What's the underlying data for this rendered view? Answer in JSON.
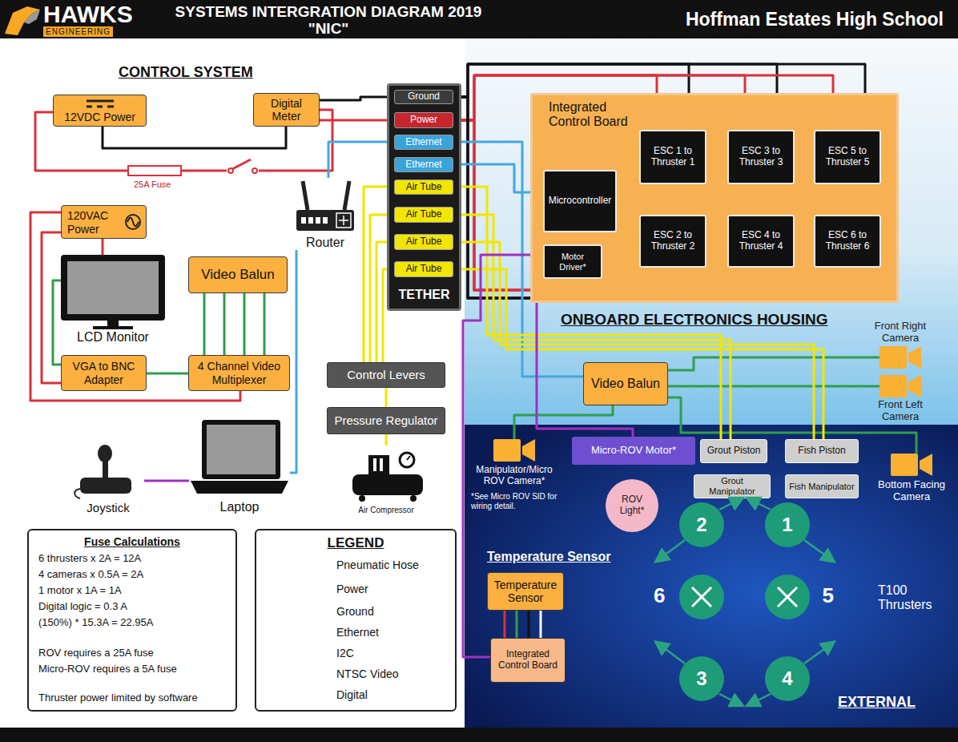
{
  "diagram": {
    "title": "SYSTEMS INTERGRATION DIAGRAM 2019 \"NIC\"",
    "nodes": [
      {
        "text": [
          "12VDC Power"
        ]
      },
      {
        "text": [
          "Digital Meter"
        ]
      },
      {
        "text": [
          "120VAC Power"
        ]
      },
      {
        "text": [
          "LCD Monitor"
        ]
      },
      {
        "text": [
          "Video Balun"
        ]
      },
      {
        "text": [
          "VGA to BNC Adapter"
        ]
      },
      {
        "text": [
          "4 Channel Video Multiplexer"
        ]
      },
      {
        "text": [
          "Router"
        ]
      },
      {
        "text": [
          "TETHER"
        ]
      },
      {
        "text": [
          "Ground"
        ],
        "in": 8
      },
      {
        "text": [
          "Power"
        ],
        "in": 8
      },
      {
        "text": [
          "Ethernet"
        ],
        "in": 8
      },
      {
        "text": [
          "Ethernet"
        ],
        "in": 8
      },
      {
        "text": [
          "Air Tube"
        ],
        "in": 8
      },
      {
        "text": [
          "Air Tube"
        ],
        "in": 8
      },
      {
        "text": [
          "Air Tube"
        ],
        "in": 8
      },
      {
        "text": [
          "Air Tube"
        ],
        "in": 8
      },
      {
        "text": [
          "Control Levers"
        ]
      },
      {
        "text": [
          "Pressure Regulator"
        ]
      },
      {
        "text": [
          "Joystick"
        ]
      },
      {
        "text": [
          "Laptop"
        ]
      },
      {
        "text": [
          "Air Compressor"
        ]
      },
      {
        "text": [
          "Integrated Control Board"
        ]
      },
      {
        "text": [
          "Microcontroller"
        ],
        "in": 22
      },
      {
        "text": [
          "Motor Driver*"
        ],
        "in": 22
      },
      {
        "text": [
          "ESC 1 to Thruster 1"
        ],
        "in": 22
      },
      {
        "text": [
          "ESC 3 to Thruster 3"
        ],
        "in": 22
      },
      {
        "text": [
          "ESC 5 to Thruster 5"
        ],
        "in": 22
      },
      {
        "text": [
          "ESC 2 to Thruster 2"
        ],
        "in": 22
      },
      {
        "text": [
          "ESC 4 to Thruster 4"
        ],
        "in": 22
      },
      {
        "text": [
          "ESC 6 to Thruster 6"
        ],
        "in": 22
      },
      {
        "text": [
          "Front Right Camera"
        ]
      },
      {
        "text": [
          "Front Left Camera"
        ]
      },
      {
        "text": [
          "Video Balun"
        ]
      },
      {
        "text": [
          "Manipulator/Micro ROV Camera*"
        ]
      },
      {
        "text": [
          "Micro-ROV Motor*"
        ]
      },
      {
        "text": [
          "Grout Piston"
        ]
      },
      {
        "text": [
          "Fish Piston"
        ]
      },
      {
        "text": [
          "Grout Manipulator"
        ]
      },
      {
        "text": [
          "Fish Manipulator"
        ]
      },
      {
        "text": [
          "Bottom Facing Camera"
        ]
      },
      {
        "text": [
          "ROV Light*"
        ]
      },
      {
        "text": [
          "Temperature Sensor"
        ]
      },
      {
        "text": [
          "Integrated Control Board"
        ]
      },
      {
        "text": [
          "2"
        ]
      },
      {
        "text": [
          "1"
        ]
      },
      {
        "text": [
          "6"
        ]
      },
      {
        "text": [
          "5"
        ]
      },
      {
        "text": [
          "3"
        ]
      },
      {
        "text": [
          "4"
        ]
      },
      {
        "text": [
          "Fuse Calculations",
          "6 thrusters x 2A = 12A",
          "4 cameras x 0.5A = 2A",
          "1 motor x 1A = 1A",
          "Digital logic = 0.3 A",
          "(150%) * 15.3A = 22.95A",
          "ROV requires a 25A fuse",
          "Micro-ROV requires a 5A fuse",
          "Thruster power limited by software"
        ]
      },
      {
        "text": [
          "LEGEND"
        ]
      }
    ],
    "edges": [
      {
        "from": 0,
        "to": 1,
        "arrow": "none"
      },
      {
        "from": 0,
        "to": 1,
        "arrow": "none"
      },
      {
        "from": 1,
        "to": 9,
        "arrow": "none"
      },
      {
        "from": 1,
        "to": 10,
        "arrow": "none"
      },
      {
        "from": 2,
        "to": 3,
        "arrow": "none"
      },
      {
        "from": 2,
        "to": 6,
        "arrow": "none"
      },
      {
        "from": 2,
        "to": 5,
        "arrow": "none"
      },
      {
        "from": 3,
        "to": 5,
        "arrow": "none"
      },
      {
        "from": 5,
        "to": 6,
        "arrow": "none"
      },
      {
        "from": 4,
        "to": 6,
        "arrow": "none"
      },
      {
        "from": 4,
        "to": 6,
        "arrow": "none"
      },
      {
        "from": 4,
        "to": 6,
        "arrow": "none"
      },
      {
        "from": 4,
        "to": 6,
        "arrow": "none"
      },
      {
        "from": 7,
        "to": 11,
        "arrow": "none"
      },
      {
        "from": 7,
        "to": 20,
        "arrow": "none"
      },
      {
        "from": 19,
        "to": 20,
        "arrow": "none"
      },
      {
        "from": 13,
        "to": 17,
        "arrow": "none"
      },
      {
        "from": 14,
        "to": 17,
        "arrow": "none"
      },
      {
        "from": 15,
        "to": 17,
        "arrow": "none"
      },
      {
        "from": 16,
        "to": 17,
        "arrow": "none"
      },
      {
        "from": 17,
        "to": 18,
        "arrow": "none"
      },
      {
        "from": 18,
        "to": 21,
        "arrow": "none"
      },
      {
        "from": 9,
        "to": 25,
        "arrow": "none"
      },
      {
        "from": 9,
        "to": 26,
        "arrow": "none"
      },
      {
        "from": 9,
        "to": 27,
        "arrow": "none"
      },
      {
        "from": 10,
        "to": 25,
        "arrow": "none"
      },
      {
        "from": 10,
        "to": 26,
        "arrow": "none"
      },
      {
        "from": 10,
        "to": 27,
        "arrow": "none"
      },
      {
        "from": 10,
        "to": 28,
        "arrow": "none"
      },
      {
        "from": 10,
        "to": 29,
        "arrow": "none"
      },
      {
        "from": 10,
        "to": 30,
        "arrow": "none"
      },
      {
        "from": 9,
        "to": 28,
        "arrow": "none"
      },
      {
        "from": 9,
        "to": 29,
        "arrow": "none"
      },
      {
        "from": 9,
        "to": 30,
        "arrow": "none"
      },
      {
        "from": 12,
        "to": 23,
        "arrow": "none"
      },
      {
        "from": 11,
        "to": 33,
        "arrow": "none"
      },
      {
        "from": 23,
        "to": 25,
        "arrow": "none"
      },
      {
        "from": 23,
        "to": 28,
        "arrow": "none"
      },
      {
        "from": 23,
        "to": 26,
        "arrow": "none"
      },
      {
        "from": 23,
        "to": 29,
        "arrow": "none"
      },
      {
        "from": 23,
        "to": 27,
        "arrow": "none"
      },
      {
        "from": 23,
        "to": 30,
        "arrow": "none"
      },
      {
        "from": 33,
        "to": 31,
        "arrow": "none"
      },
      {
        "from": 33,
        "to": 32,
        "arrow": "none"
      },
      {
        "from": 33,
        "to": 40,
        "arrow": "none"
      },
      {
        "from": 33,
        "to": 34,
        "arrow": "none"
      },
      {
        "from": 13,
        "to": 36,
        "arrow": "none"
      },
      {
        "from": 14,
        "to": 36,
        "arrow": "none"
      },
      {
        "from": 15,
        "to": 37,
        "arrow": "none"
      },
      {
        "from": 16,
        "to": 37,
        "arrow": "none"
      },
      {
        "from": 24,
        "to": 35,
        "arrow": "none"
      },
      {
        "from": 43,
        "to": 24,
        "arrow": "none"
      },
      {
        "from": 42,
        "to": 43,
        "arrow": "none"
      },
      {
        "from": 42,
        "to": 43,
        "arrow": "none"
      },
      {
        "from": 42,
        "to": 43,
        "arrow": "none"
      },
      {
        "from": 42,
        "to": 43,
        "arrow": "none"
      }
    ],
    "labels": [
      "HAWKS",
      "ENGINEERING",
      "Hoffman Estates High School",
      "CONTROL SYSTEM",
      "25A Fuse",
      "ONBOARD ELECTRONICS HOUSING",
      "*See Micro ROV SID for wiring detail.",
      "Temperature Sensor",
      "T100 Thrusters",
      "EXTERNAL"
    ],
    "legend": [
      {
        "text": "Pneumatic Hose",
        "color": "#f2e600"
      },
      {
        "text": "Power",
        "color": "#d8323c"
      },
      {
        "text": "Ground",
        "color": "#111111"
      },
      {
        "text": "Ethernet",
        "color": "#44a8dc"
      },
      {
        "text": "I2C",
        "color": "#3c3cdc"
      },
      {
        "text": "NTSC Video",
        "color": "#2f9e4c"
      },
      {
        "text": "Digital",
        "color": "#a030c0"
      }
    ]
  }
}
